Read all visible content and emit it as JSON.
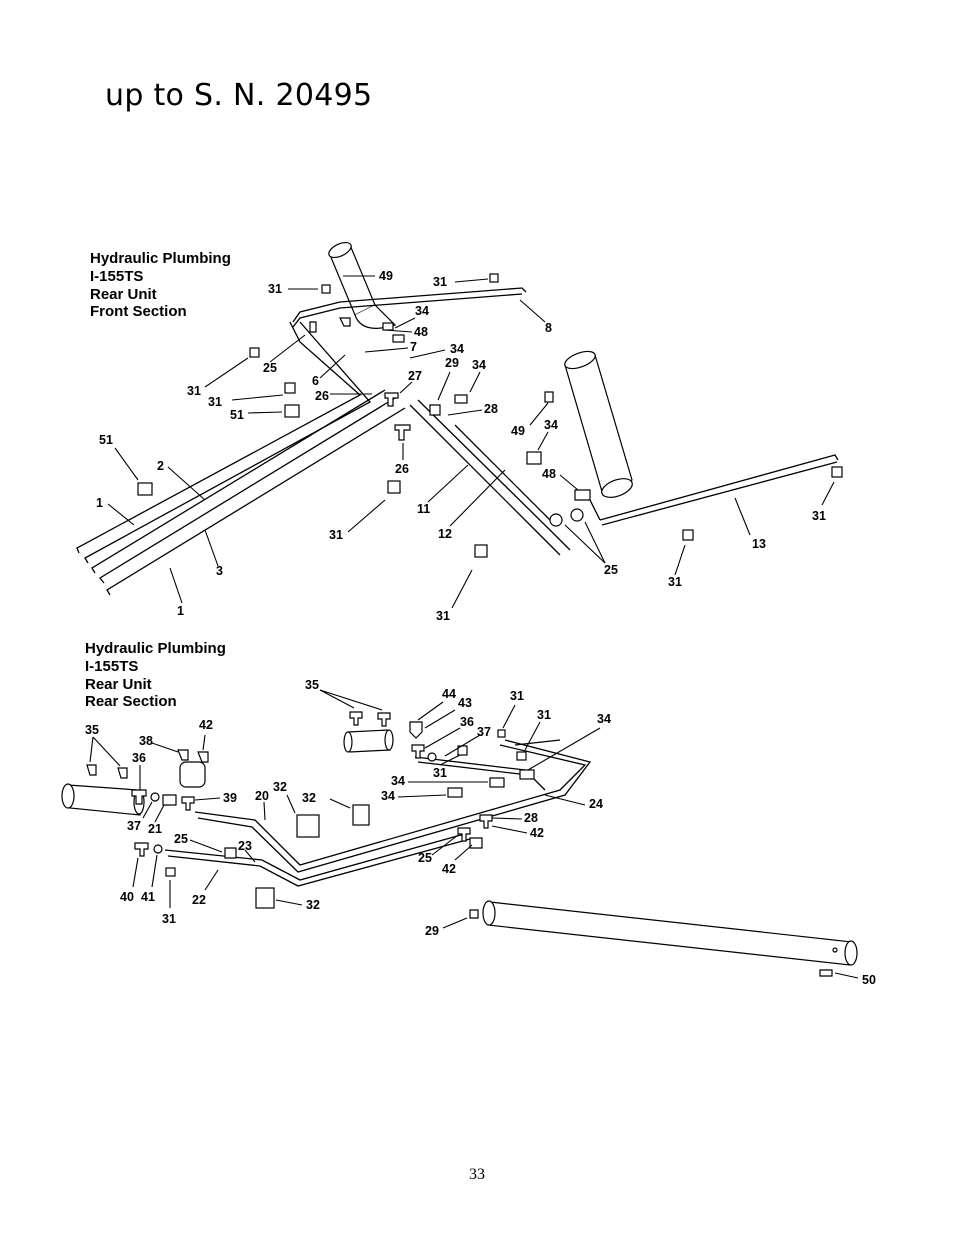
{
  "page": {
    "heading": "up to S. N. 20495",
    "page_number": "33"
  },
  "front_section": {
    "title_lines": [
      "Hydraulic Plumbing",
      "I-155TS",
      "Rear Unit",
      "Front Section"
    ]
  },
  "rear_section": {
    "title_lines": [
      "Hydraulic Plumbing",
      "I-155TS",
      "Rear Unit",
      "Rear Section"
    ]
  },
  "callouts": {
    "front": [
      "49",
      "31",
      "31",
      "8",
      "34",
      "48",
      "34",
      "7",
      "25",
      "6",
      "29",
      "34",
      "27",
      "31",
      "31",
      "26",
      "28",
      "51",
      "49",
      "34",
      "51",
      "2",
      "26",
      "1",
      "48",
      "11",
      "31",
      "12",
      "13",
      "31",
      "3",
      "25",
      "1",
      "31",
      "31"
    ],
    "rear": [
      "35",
      "44",
      "43",
      "31",
      "31",
      "34",
      "35",
      "42",
      "36",
      "37",
      "38",
      "36",
      "31",
      "34",
      "34",
      "32",
      "32",
      "39",
      "20",
      "24",
      "37",
      "21",
      "28",
      "25",
      "23",
      "42",
      "25",
      "40",
      "41",
      "22",
      "42",
      "31",
      "32",
      "29",
      "50"
    ]
  }
}
